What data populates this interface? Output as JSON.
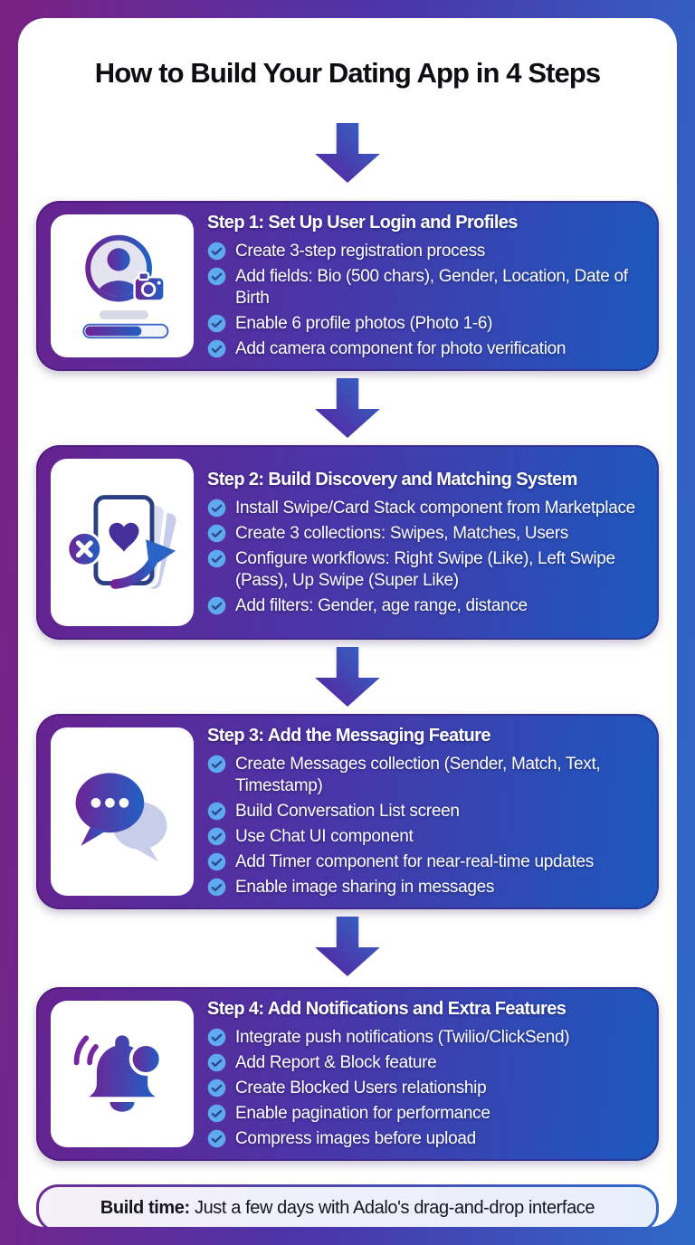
{
  "page": {
    "title": "How to Build Your Dating App in 4 Steps"
  },
  "colors": {
    "frame_gradient_start": "#7B2183",
    "frame_gradient_end": "#2E6AC8",
    "card_gradient_start": "#66238F",
    "card_gradient_end": "#1C59BE",
    "check_circle": "#5FA9EF",
    "check_mark": "#2A4A8C",
    "arrow_gradient_start": "#5B1F9D",
    "arrow_gradient_end": "#2E6AC8",
    "footer_bg_start": "#F5F0FA",
    "footer_bg_end": "#E8EFFC",
    "title_text": "#0d0d12",
    "card_text": "#ffffff"
  },
  "steps": [
    {
      "icon": "profile-photo-icon",
      "title": "Step 1: Set Up User Login and Profiles",
      "bullets": [
        "Create 3-step registration process",
        "Add fields: Bio (500 chars), Gender, Location, Date of Birth",
        "Enable 6 profile photos (Photo 1-6)",
        "Add camera component for photo verification"
      ]
    },
    {
      "icon": "swipe-card-stack-icon",
      "title": "Step 2: Build Discovery and Matching System",
      "bullets": [
        "Install Swipe/Card Stack component from Marketplace",
        "Create 3 collections: Swipes, Matches, Users",
        "Configure workflows: Right Swipe (Like), Left Swipe (Pass), Up Swipe (Super Like)",
        "Add filters: Gender, age range, distance"
      ]
    },
    {
      "icon": "chat-bubbles-icon",
      "title": "Step 3: Add the Messaging Feature",
      "bullets": [
        "Create Messages collection (Sender, Match, Text, Timestamp)",
        "Build Conversation List screen",
        "Use Chat UI component",
        "Add Timer component for near-real-time updates",
        "Enable image sharing in messages"
      ]
    },
    {
      "icon": "notification-bell-icon",
      "title": "Step 4: Add Notifications and Extra Features",
      "bullets": [
        "Integrate push notifications (Twilio/ClickSend)",
        "Add Report & Block feature",
        "Create Blocked Users relationship",
        "Enable pagination for performance",
        "Compress images before upload"
      ]
    }
  ],
  "footer": {
    "label": "Build time:",
    "text": "Just a few days with Adalo's drag-and-drop interface"
  }
}
